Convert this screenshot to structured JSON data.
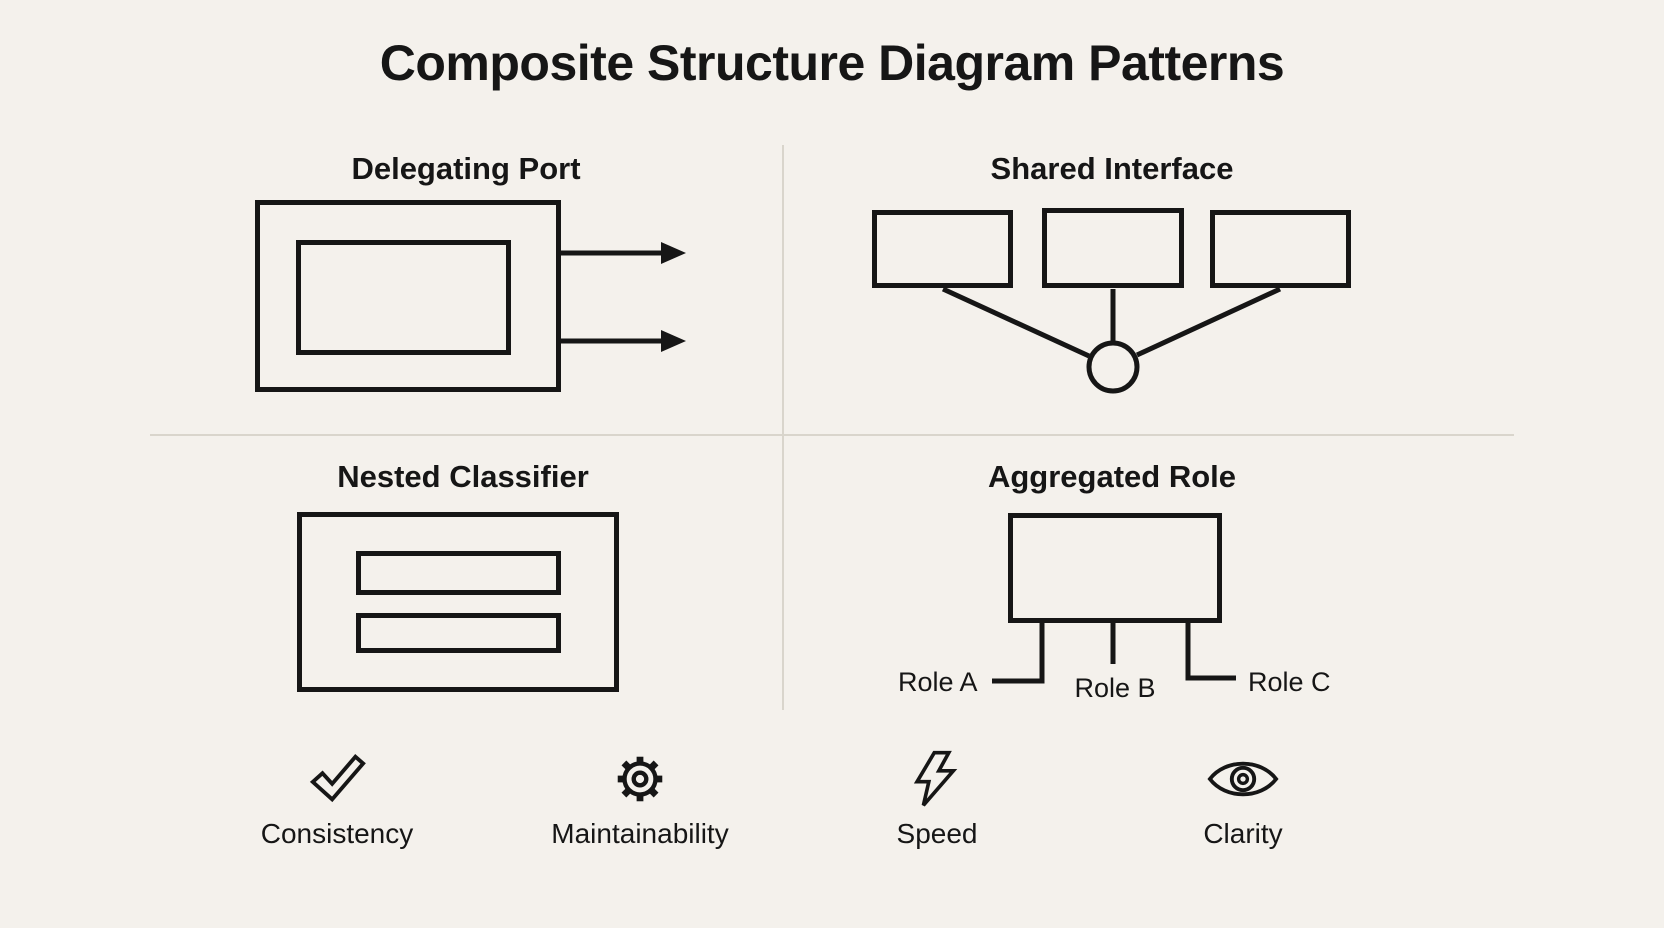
{
  "title": "Composite Structure Diagram Patterns",
  "quadrants": {
    "delegating_port": {
      "label": "Delegating Port"
    },
    "shared_interface": {
      "label": "Shared Interface"
    },
    "nested_classifier": {
      "label": "Nested Classifier"
    },
    "aggregated_role": {
      "label": "Aggregated Role",
      "roles": [
        {
          "label": "Role A"
        },
        {
          "label": "Role B"
        },
        {
          "label": "Role C"
        }
      ]
    }
  },
  "footer": {
    "items": [
      {
        "icon": "check-icon",
        "label": "Consistency"
      },
      {
        "icon": "gear-icon",
        "label": "Maintainability"
      },
      {
        "icon": "lightning-icon",
        "label": "Speed"
      },
      {
        "icon": "eye-icon",
        "label": "Clarity"
      }
    ]
  },
  "colors": {
    "background": "#f4f1ec",
    "ink": "#161616"
  }
}
